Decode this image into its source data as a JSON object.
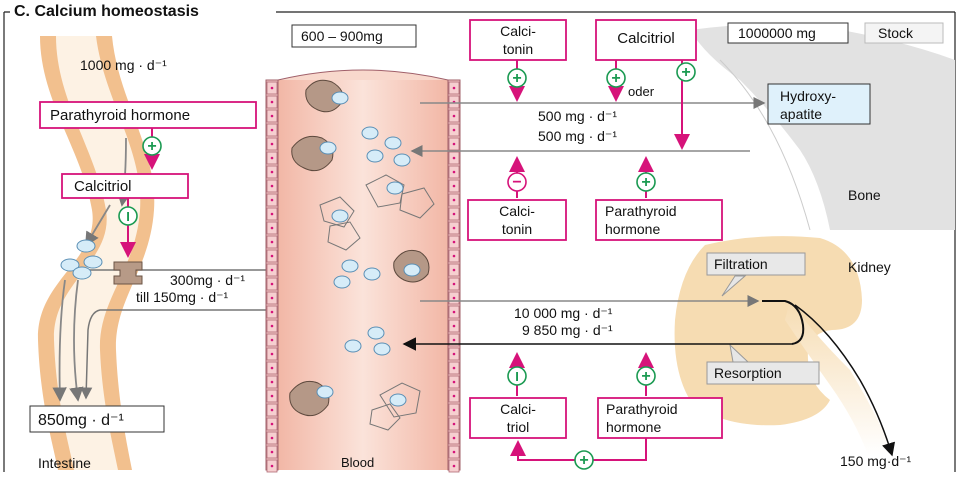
{
  "title": "C. Calcium homeostasis",
  "blood_amount": "600 – 900mg",
  "stock": {
    "amount": "1000000 mg",
    "label": "Stock"
  },
  "labels": {
    "intake": "1000 mg · d⁻¹",
    "parathyroid_hormone_gut": "Parathyroid hormone",
    "calcitriol_gut": "Calcitriol",
    "absorption": "300mg · d⁻¹",
    "secretion": "till 150mg · d⁻¹",
    "fecal": "850mg · d⁻¹",
    "intestine": "Intestine",
    "blood": "Blood",
    "bone_in": "500 mg · d⁻¹",
    "bone_out": "500 mg · d⁻¹",
    "oder": "oder",
    "hydroxyapatite_1": "Hydroxy-",
    "hydroxyapatite_2": "apatite",
    "bone": "Bone",
    "kidney": "Kidney",
    "filtration": "Filtration",
    "resorption": "Resorption",
    "filtered": "10 000 mg · d⁻¹",
    "reabsorbed": "9 850 mg · d⁻¹",
    "urine": "150 mg·d⁻¹"
  },
  "hormone_boxes": {
    "calcitonin_top_1": "Calci-",
    "calcitonin_top_2": "tonin",
    "calcitriol_top": "Calcitriol",
    "calcitonin_mid_1": "Calci-",
    "calcitonin_mid_2": "tonin",
    "pth_mid_1": "Parathyroid",
    "pth_mid_2": "hormone",
    "calcitriol_bot_1": "Calci-",
    "calcitriol_bot_2": "triol",
    "pth_bot_1": "Parathyroid",
    "pth_bot_2": "hormone"
  },
  "symbols": {
    "stimulate": "+",
    "inhibit": "−",
    "block": "I"
  },
  "colors": {
    "hormone": "#d6137a",
    "stimulate": "#1b9a52",
    "blood_vessel": "#f5c2b0",
    "bone": "#dcdcdc",
    "kidney": "#f6dcb2",
    "intestine": "#f2c08e"
  }
}
